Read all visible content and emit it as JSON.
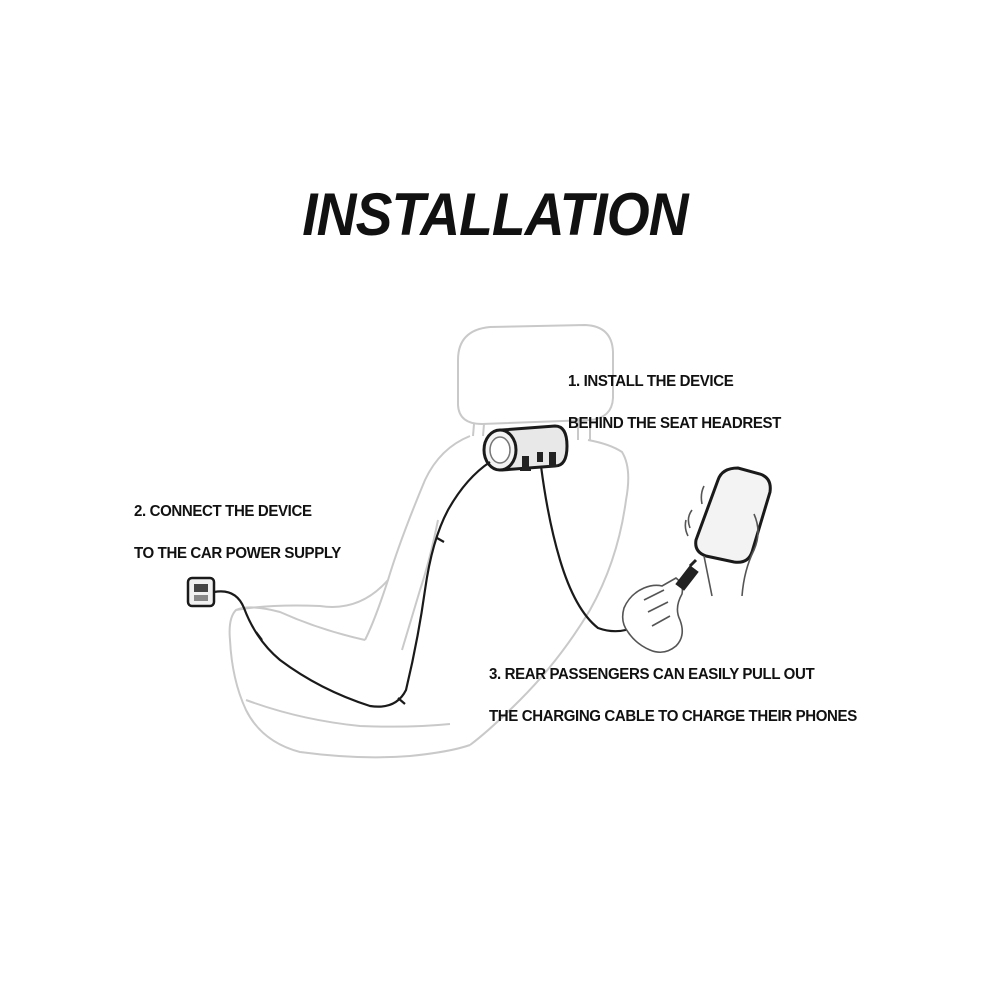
{
  "title": "INSTALLATION",
  "steps": [
    {
      "line1": "1. INSTALL THE DEVICE",
      "line2": "BEHIND THE SEAT HEADREST"
    },
    {
      "line1": "2. CONNECT THE DEVICE",
      "line2": "TO THE CAR POWER SUPPLY"
    },
    {
      "line1": "3. REAR PASSENGERS CAN EASILY PULL OUT",
      "line2": "THE CHARGING CABLE TO CHARGE THEIR PHONES"
    }
  ],
  "colors": {
    "outline": "#c9c9c9",
    "cable": "#1a1a1a",
    "text": "#111111",
    "background": "#ffffff"
  }
}
